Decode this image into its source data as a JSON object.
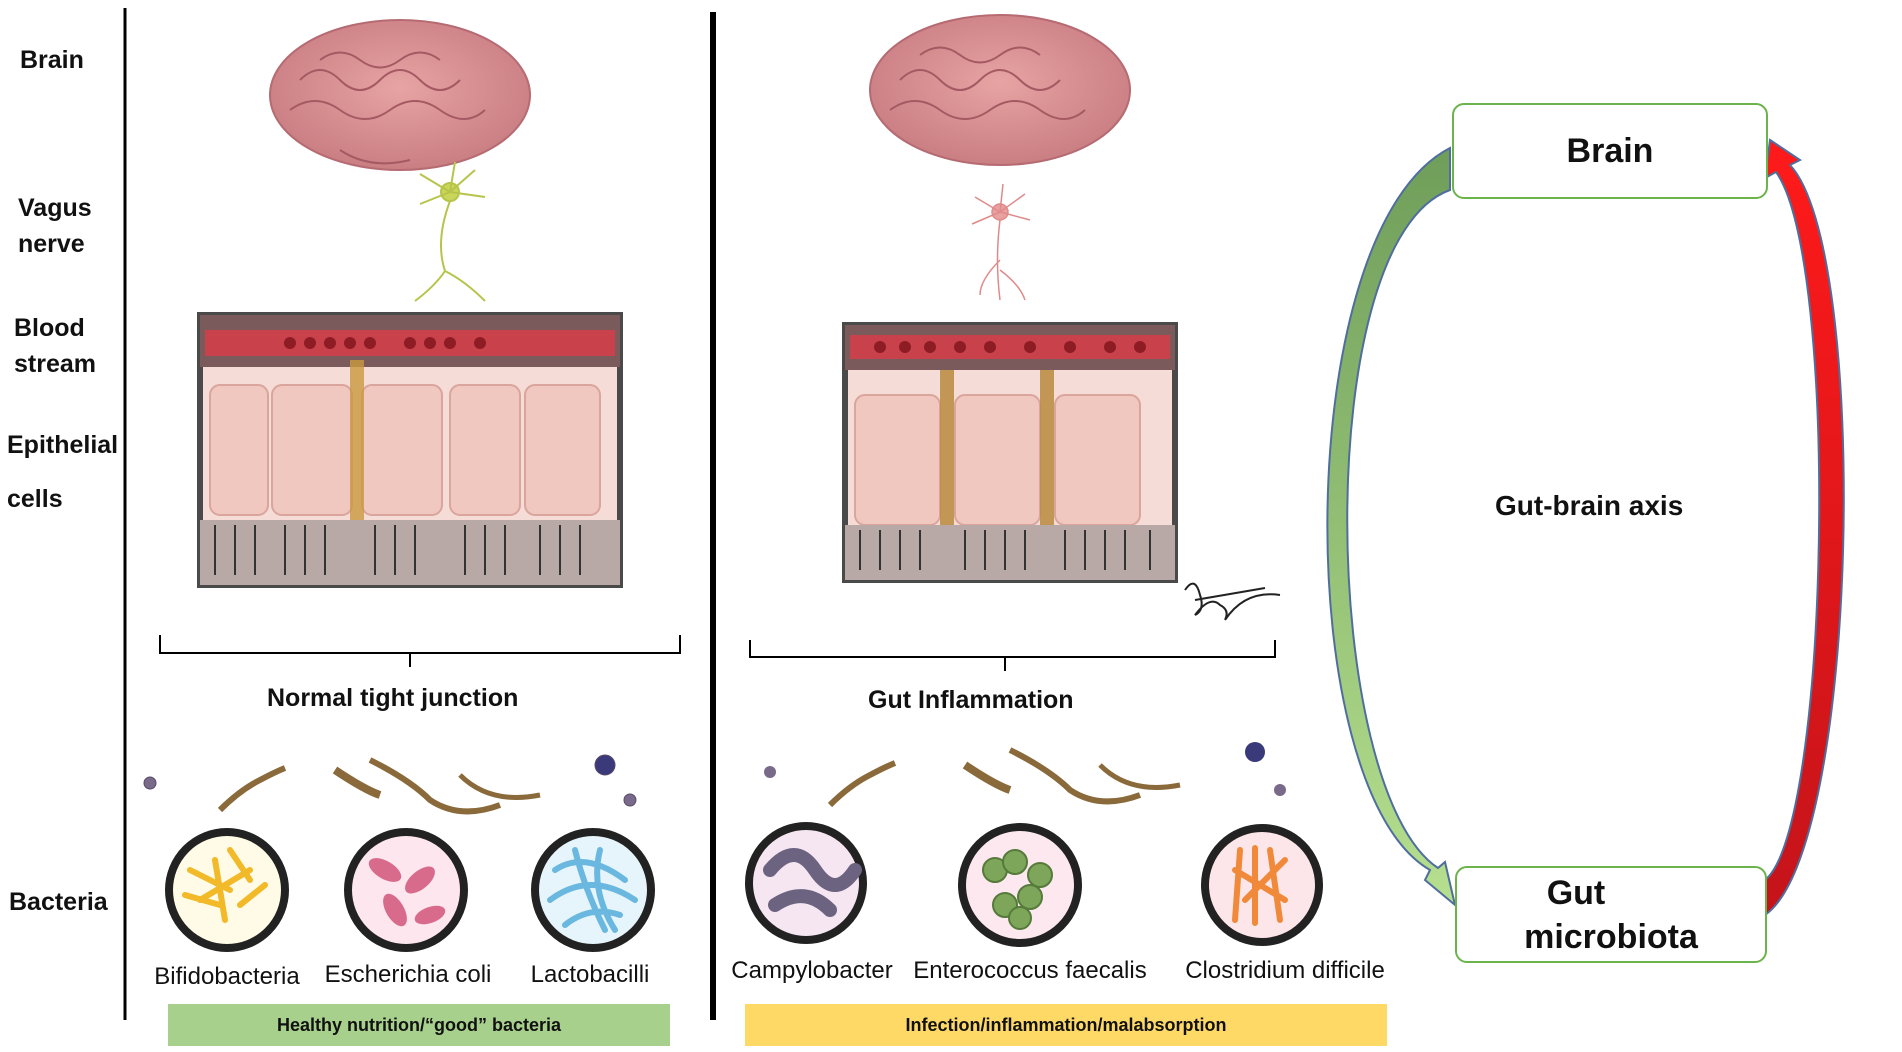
{
  "row_labels": {
    "brain": "Brain",
    "vagus_1": "Vagus",
    "vagus_2": "nerve",
    "blood_1": "Blood",
    "blood_2": "stream",
    "epi_1": "Epithelial",
    "epi_2": "cells",
    "bacteria": "Bacteria"
  },
  "left_panel": {
    "heading": "Normal tight junction",
    "bacteria": [
      "Bifidobacteria",
      "Escherichia coli",
      "Lactobacilli"
    ],
    "banner": "Healthy nutrition/“good” bacteria"
  },
  "middle_panel": {
    "heading": "Gut Inflammation",
    "bacteria": [
      "Campylobacter",
      "Enterococcus faecalis",
      "Clostridium difficile"
    ],
    "banner": "Infection/inflammation/malabsorption"
  },
  "axis": {
    "top_box": "Brain",
    "center_label": "Gut-brain axis",
    "bottom_box_1": "Gut",
    "bottom_box_2": "microbiota"
  },
  "colors": {
    "green_banner": "#a8d08d",
    "yellow_banner": "#ffd966",
    "green_arrow": "#8fbc6e",
    "red_arrow": "#e8141c",
    "box_border": "#6bb34a"
  }
}
